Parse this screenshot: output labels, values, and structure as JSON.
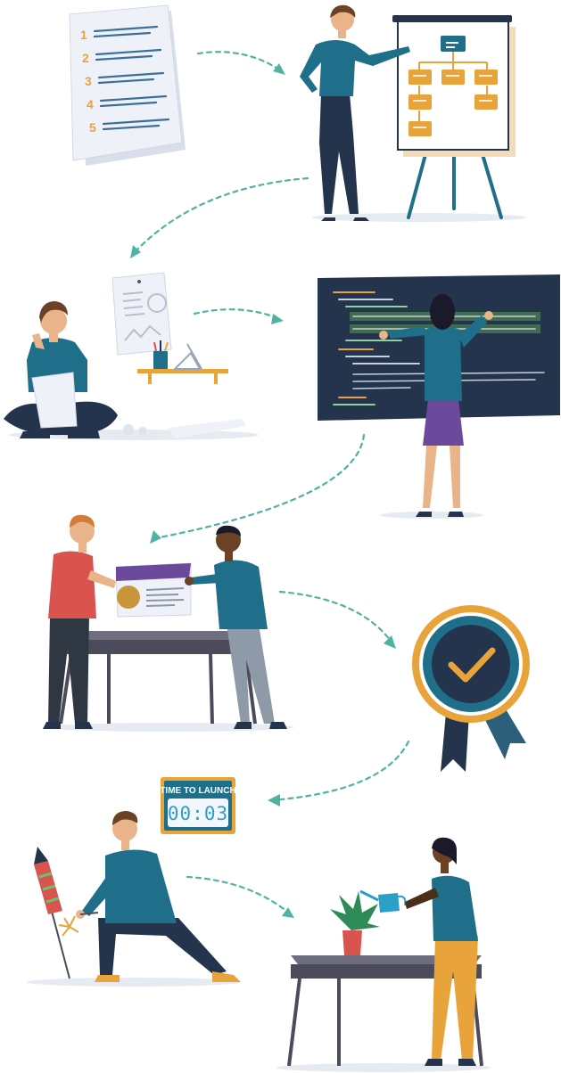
{
  "steps": [
    {
      "id": "requirements-list",
      "icon": "numbered-list-icon"
    },
    {
      "id": "planning-presentation",
      "icon": "flowchart-board-icon"
    },
    {
      "id": "design-sketching",
      "icon": "sketch-icon"
    },
    {
      "id": "development-coding",
      "icon": "code-screen-icon"
    },
    {
      "id": "review-collaboration",
      "icon": "team-review-icon"
    },
    {
      "id": "approval-badge",
      "icon": "checkmark-badge-icon"
    },
    {
      "id": "launch",
      "icon": "rocket-firework-icon"
    },
    {
      "id": "growth-maintenance",
      "icon": "watering-plant-icon"
    }
  ],
  "list_numbers": [
    "1",
    "2",
    "3",
    "4",
    "5"
  ],
  "countdown": {
    "title": "TIME TO LAUNCH",
    "time": "00:03"
  },
  "colors": {
    "teal": "#1f6f8b",
    "navy": "#24344d",
    "orange": "#e8a33a",
    "arrow": "#4fb3a3",
    "paper": "#e9eef5",
    "red": "#d9534f",
    "purple": "#6b4a9b"
  }
}
